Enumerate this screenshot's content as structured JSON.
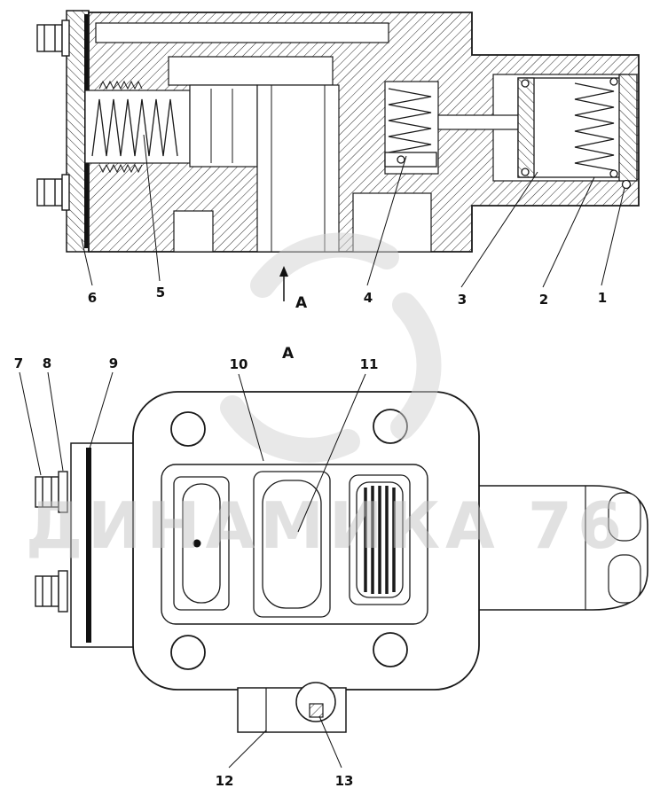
{
  "page": {
    "background": "#ffffff",
    "line_color": "#1a1a1a"
  },
  "watermark": {
    "text": "ДИНАМИКА 76",
    "color": "#c4c4c4"
  },
  "section_marker": {
    "arrow_label": "A",
    "view_label": "A"
  },
  "callouts": {
    "c1": "1",
    "c2": "2",
    "c3": "3",
    "c4": "4",
    "c5": "5",
    "c6": "6",
    "c7": "7",
    "c8": "8",
    "c9": "9",
    "c10": "10",
    "c11": "11",
    "c12": "12",
    "c13": "13"
  }
}
